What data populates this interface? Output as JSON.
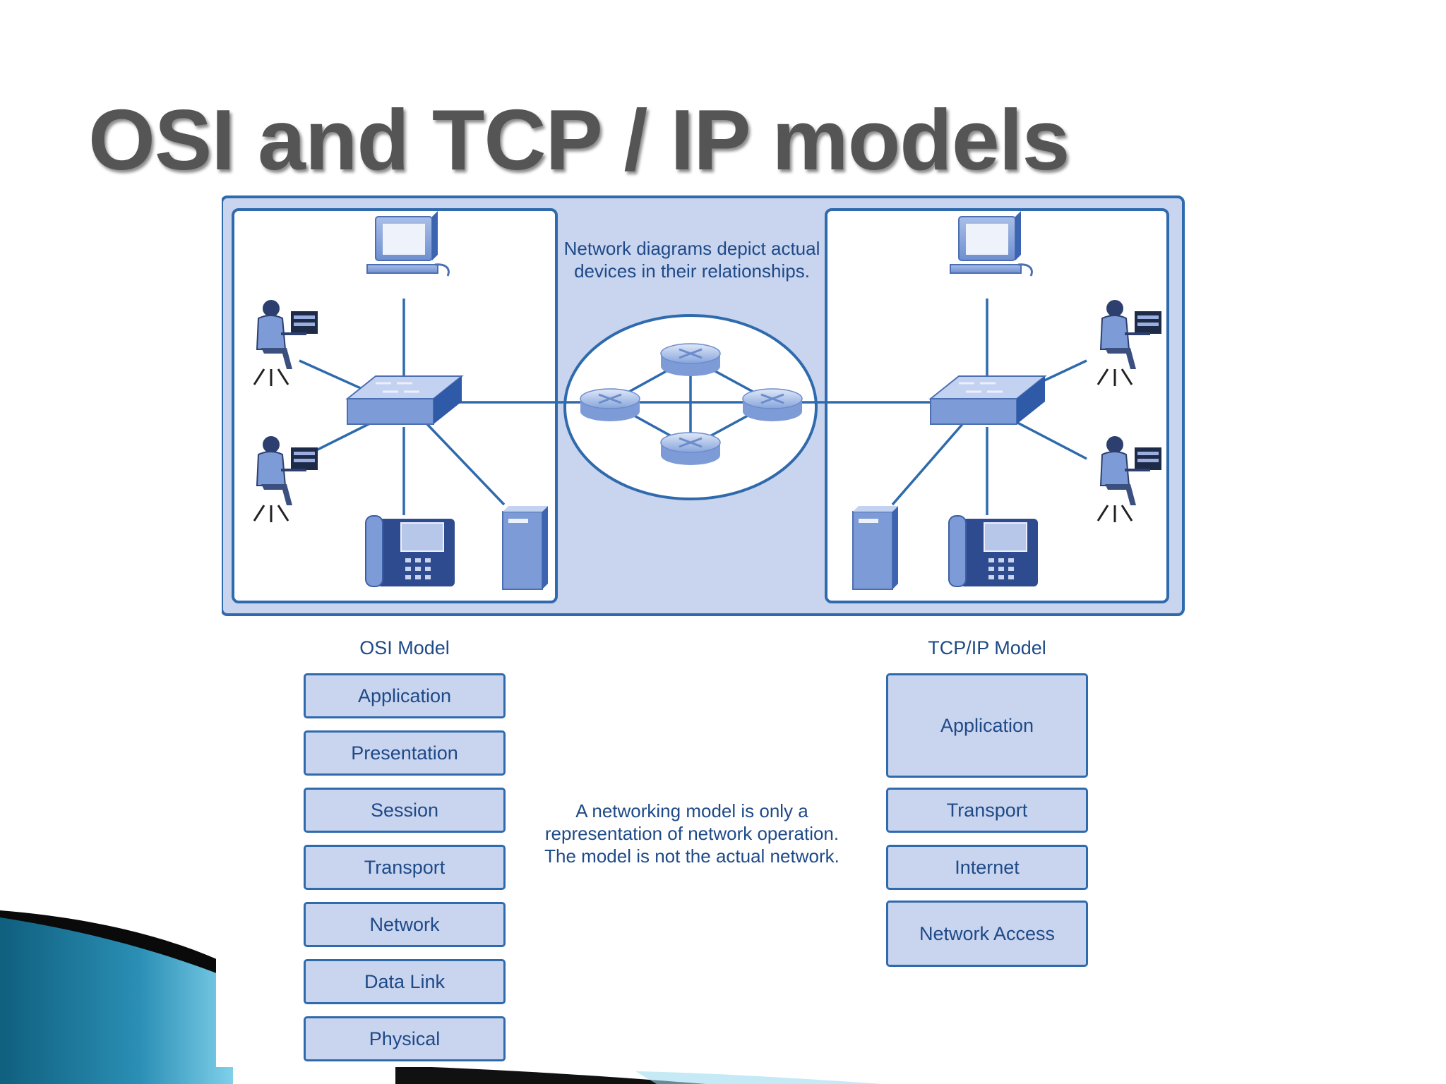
{
  "slide": {
    "title": "OSI and TCP / IP models"
  },
  "figure": {
    "network_caption_line1": "Network diagrams depict actual",
    "network_caption_line2": "devices in their relationships.",
    "model_caption_line1": "A networking model is only a",
    "model_caption_line2": "representation of network operation.",
    "model_caption_line3": "The model is not the actual network.",
    "osi": {
      "title": "OSI Model",
      "layers": [
        "Application",
        "Presentation",
        "Session",
        "Transport",
        "Network",
        "Data Link",
        "Physical"
      ]
    },
    "tcpip": {
      "title": "TCP/IP Model",
      "layers": [
        "Application",
        "Transport",
        "Internet",
        "Network Access"
      ]
    }
  },
  "colors": {
    "diagram_blue": "#2f6aad",
    "fill_light": "#c9d4ee",
    "device_blue": "#7d9bd6",
    "text_blue": "#1e4a88",
    "title_gray": "#555555"
  },
  "icons": [
    "pc-icon",
    "user-workstation-icon",
    "switch-icon",
    "ip-phone-icon",
    "server-icon",
    "router-icon"
  ]
}
